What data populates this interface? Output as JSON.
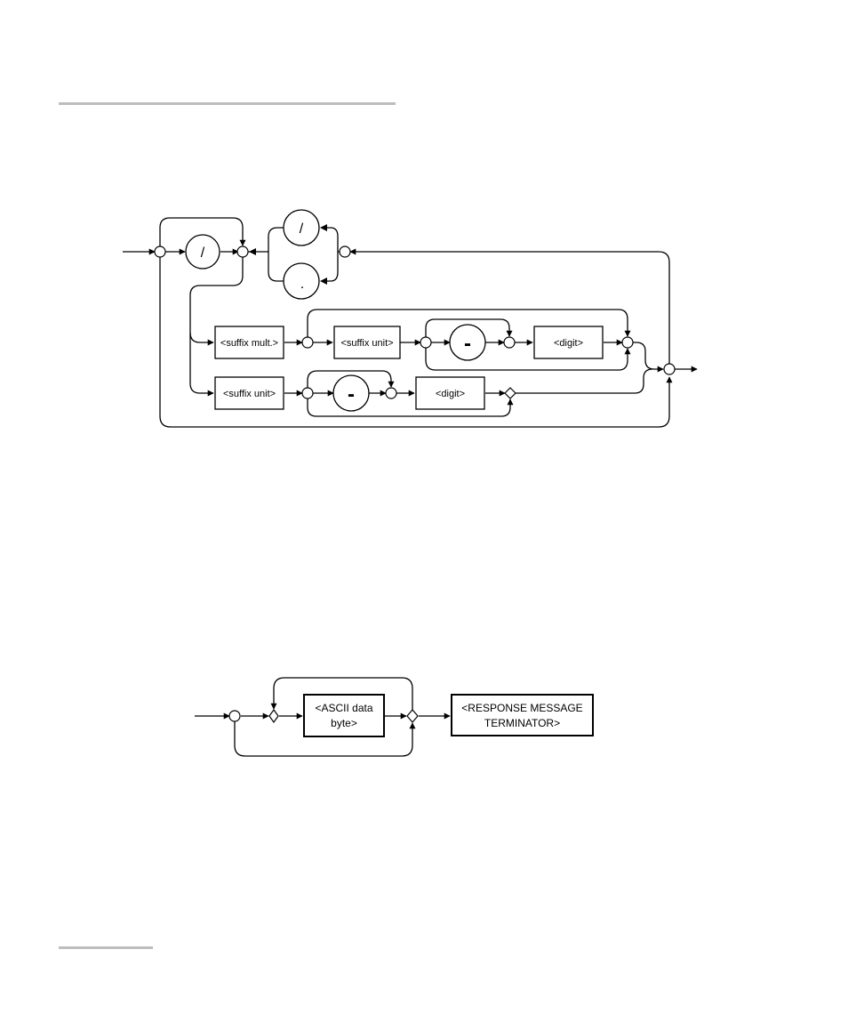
{
  "diagram1": {
    "slash_top": "/",
    "slash_mid": "/",
    "dot": ".",
    "suffix_mult": "<suffix mult.>",
    "suffix_unit_1": "<suffix unit>",
    "dash_1": "-",
    "digit_1": "<digit>",
    "suffix_unit_2": "<suffix unit>",
    "dash_2": "-",
    "digit_2": "<digit>"
  },
  "diagram2": {
    "ascii_line1": "<ASCII data",
    "ascii_line2": "byte>",
    "terminator_line1": "<RESPONSE MESSAGE",
    "terminator_line2": "TERMINATOR>"
  }
}
